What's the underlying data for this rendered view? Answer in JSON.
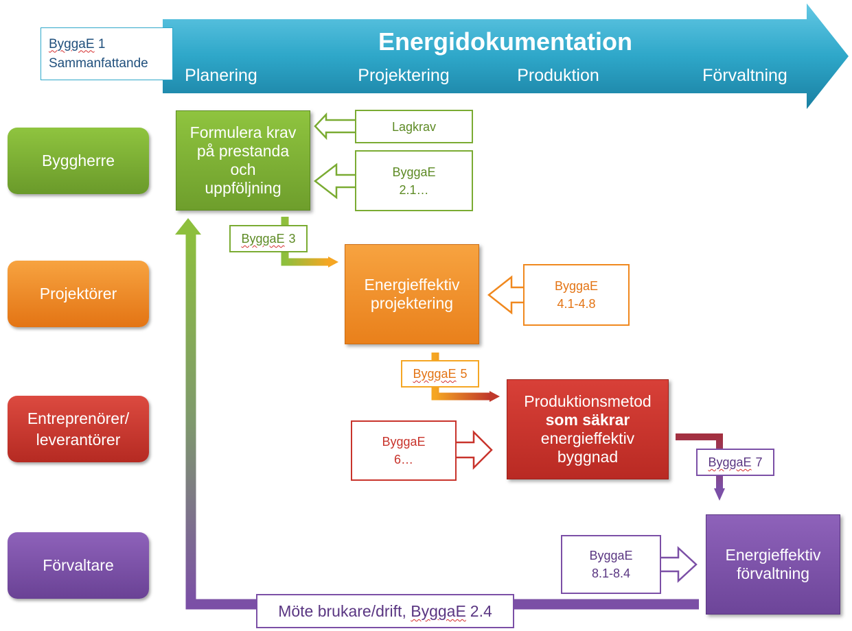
{
  "header": {
    "title": "Energidokumentation",
    "phases": [
      "Planering",
      "Projektering",
      "Produktion",
      "Förvaltning"
    ],
    "summary": {
      "code": "ByggaE",
      "number": "1",
      "label": "Sammanfattande"
    }
  },
  "roles": [
    {
      "label": "Byggherre",
      "color": "#7aab32"
    },
    {
      "label_line1": "Projektörer",
      "color": "#f0881e"
    },
    {
      "label_line1": "Entreprenörer/",
      "label_line2": "leverantörer",
      "color": "#c8332b"
    },
    {
      "label": "Förvaltare",
      "color": "#7b4fa6"
    }
  ],
  "steps": {
    "krav": {
      "lines": [
        "Formulera krav",
        "på prestanda",
        "och",
        "uppföljning"
      ],
      "color": "#7aab32"
    },
    "projektering": {
      "lines": [
        "Energieffektiv",
        "projektering"
      ],
      "color": "#f0881e"
    },
    "produktion": {
      "line1": "Produktionsmetod",
      "line2_bold": "som säkrar",
      "line3": "energieffektiv",
      "line4": "byggnad",
      "color": "#c8332b"
    },
    "forvaltning": {
      "lines": [
        "Energieffektiv",
        "förvaltning"
      ],
      "color": "#7b4fa6"
    }
  },
  "inputs": {
    "lagkrav": "Lagkrav",
    "bygga_2_1": {
      "code": "ByggaE",
      "range": "2.1…"
    },
    "bygga_4": {
      "code": "ByggaE",
      "range": "4.1-4.8"
    },
    "bygga_6": {
      "code": "ByggaE",
      "range": "6…"
    },
    "bygga_8": {
      "code": "ByggaE",
      "range": "8.1-8.4"
    }
  },
  "connectors": {
    "bygga_3": {
      "code": "ByggaE",
      "number": "3"
    },
    "bygga_5": {
      "code": "ByggaE",
      "number": "5"
    },
    "bygga_7": {
      "code": "ByggaE",
      "number": "7"
    },
    "feedback": {
      "prefix": "Möte brukare/drift, ",
      "code": "ByggaE",
      "number": "2.4"
    }
  },
  "colors": {
    "header_arrow": "#2ea7c9",
    "green": "#7aab32",
    "orange": "#f0881e",
    "red": "#c8332b",
    "purple": "#7b4fa6",
    "summary_text": "#1f4f7c"
  }
}
